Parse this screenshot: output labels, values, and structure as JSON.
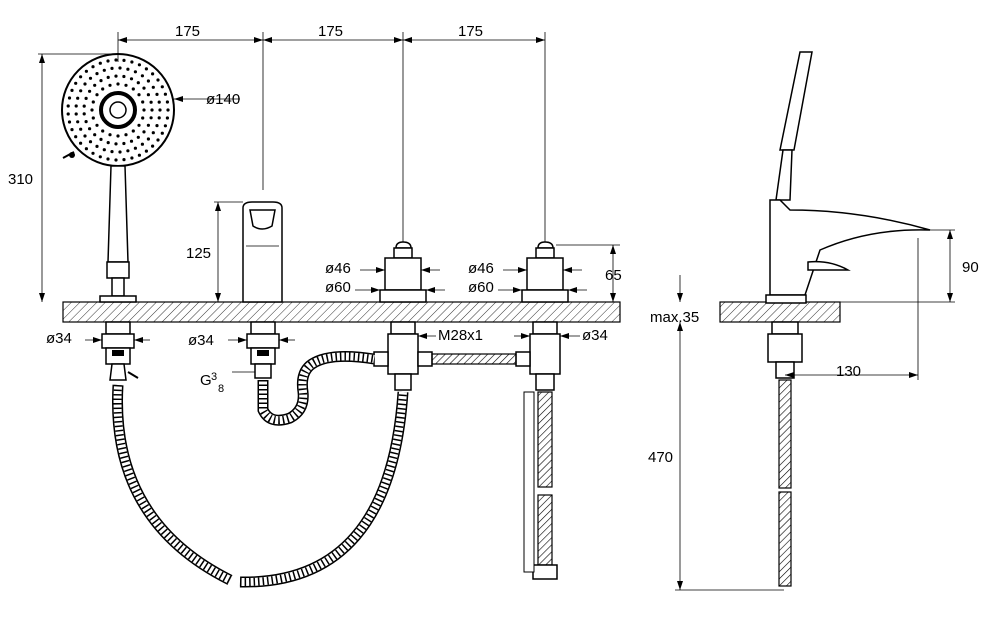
{
  "dimensions": {
    "spacing_1": "175",
    "spacing_2": "175",
    "spacing_3": "175",
    "shower_head_diameter": "ø140",
    "shower_height": "310",
    "spout_height": "125",
    "valve_body_diameter_1": "ø46",
    "valve_base_diameter_1": "ø60",
    "valve_body_diameter_2": "ø46",
    "valve_base_diameter_2": "ø60",
    "valve_height": "65",
    "shank_diameter_1": "ø34",
    "shank_diameter_2": "ø34",
    "shank_diameter_3": "ø34",
    "thread_size": "M28x1",
    "connection_prefix": "G",
    "connection_num": "3",
    "connection_den": "8",
    "deck_thickness": "max.35",
    "side_height": "90",
    "spout_reach": "130",
    "hose_length": "470"
  }
}
